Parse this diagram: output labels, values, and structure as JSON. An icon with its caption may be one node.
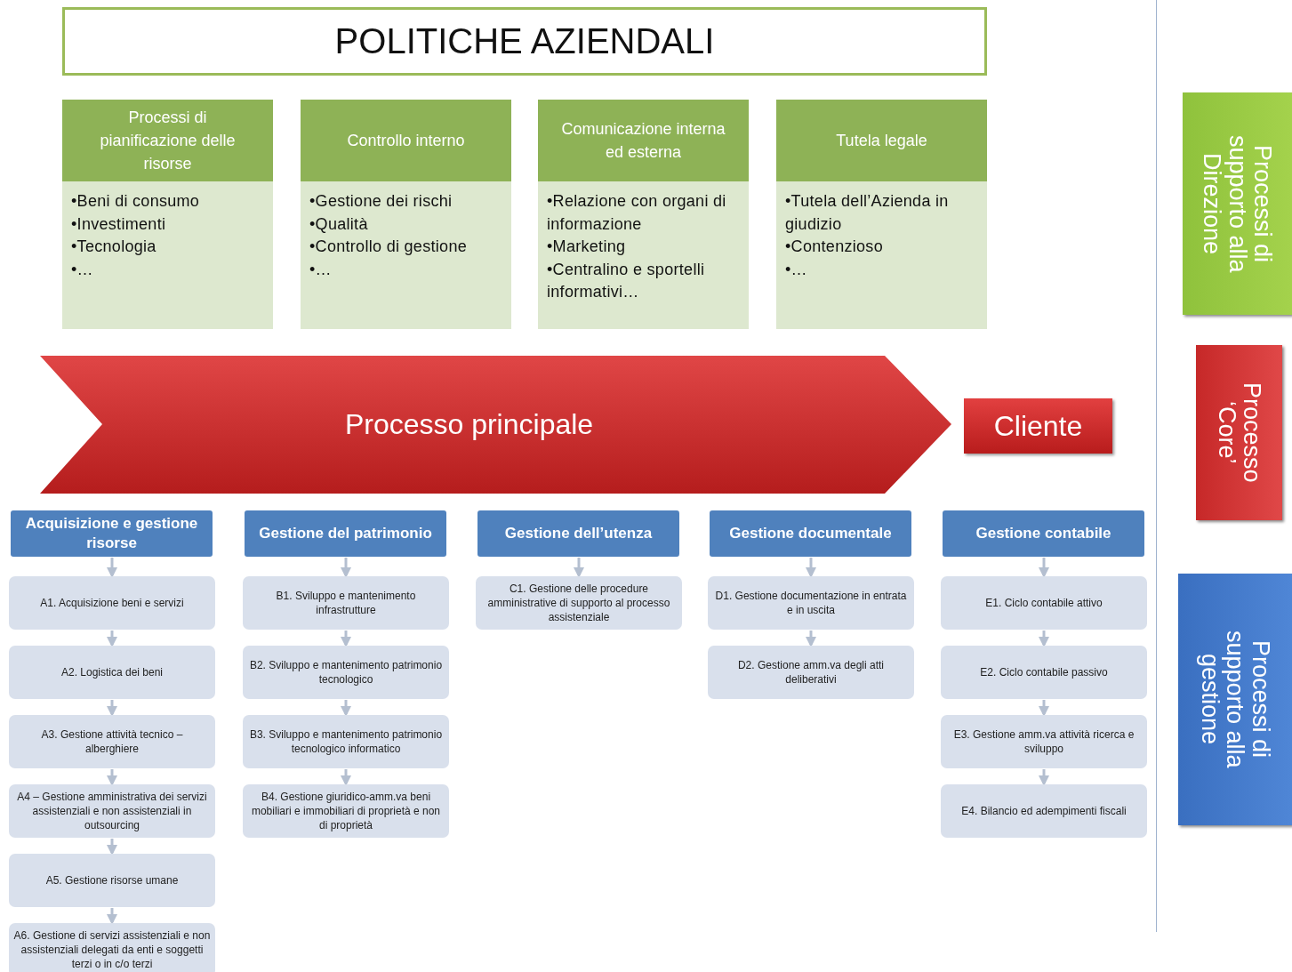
{
  "diagram": {
    "nodes": [
      {
        "text": [
          "POLITICHE AZIENDALI"
        ]
      },
      {
        "text": [
          "Processi di pianificazione delle risorse",
          "•Beni di consumo",
          "•Investimenti",
          "•Tecnologia",
          "•…"
        ]
      },
      {
        "text": [
          "Controllo interno",
          "•Gestione dei rischi",
          "•Qualità",
          "•Controllo di gestione",
          "•…"
        ]
      },
      {
        "text": [
          "Comunicazione interna ed esterna",
          "•Relazione con organi di informazione",
          "•Marketing",
          "•Centralino e sportelli informativi…"
        ]
      },
      {
        "text": [
          "Tutela legale",
          "•Tutela dell’Azienda in giudizio",
          "•Contenzioso",
          "•…"
        ]
      },
      {
        "text": [
          "Processo principale"
        ]
      },
      {
        "text": [
          "Cliente"
        ]
      },
      {
        "text": [
          "Acquisizione e gestione risorse"
        ]
      },
      {
        "text": [
          "A1. Acquisizione beni e servizi"
        ]
      },
      {
        "text": [
          "A2. Logistica dei beni"
        ]
      },
      {
        "text": [
          "A3. Gestione attività tecnico – alberghiere"
        ]
      },
      {
        "text": [
          "A4 – Gestione amministrativa dei servizi assistenziali e non assistenziali in outsourcing"
        ]
      },
      {
        "text": [
          "A5. Gestione risorse umane"
        ]
      },
      {
        "text": [
          "A6. Gestione di servizi assistenziali e non assistenziali delegati da enti e soggetti terzi o in c/o terzi"
        ]
      },
      {
        "text": [
          "Gestione del patrimonio"
        ]
      },
      {
        "text": [
          "B1. Sviluppo e mantenimento infrastrutture"
        ]
      },
      {
        "text": [
          "B2. Sviluppo e mantenimento patrimonio tecnologico"
        ]
      },
      {
        "text": [
          "B3. Sviluppo e mantenimento patrimonio tecnologico informatico"
        ]
      },
      {
        "text": [
          "B4. Gestione giuridico-amm.va beni mobiliari e immobiliari di proprietà e non di proprietà"
        ]
      },
      {
        "text": [
          "Gestione dell’utenza"
        ]
      },
      {
        "text": [
          "C1. Gestione delle procedure amministrative di supporto al processo assistenziale"
        ]
      },
      {
        "text": [
          "Gestione documentale"
        ]
      },
      {
        "text": [
          "D1. Gestione documentazione in entrata e in uscita"
        ]
      },
      {
        "text": [
          "D2. Gestione amm.va degli atti deliberativi"
        ]
      },
      {
        "text": [
          "Gestione contabile"
        ]
      },
      {
        "text": [
          "E1. Ciclo contabile attivo"
        ]
      },
      {
        "text": [
          "E2. Ciclo contabile passivo"
        ]
      },
      {
        "text": [
          "E3. Gestione amm.va attività ricerca e sviluppo"
        ]
      },
      {
        "text": [
          "E4. Bilancio ed adempimenti fiscali"
        ]
      },
      {
        "text": [
          "Processi di supporto alla Direzione"
        ]
      },
      {
        "text": [
          "Processo ‘Core’"
        ]
      },
      {
        "text": [
          "Processi di supporto alla gestione"
        ]
      }
    ],
    "edges": [
      {
        "from": 7,
        "to": 8,
        "arrow": "to"
      },
      {
        "from": 8,
        "to": 9,
        "arrow": "to"
      },
      {
        "from": 9,
        "to": 10,
        "arrow": "to"
      },
      {
        "from": 10,
        "to": 11,
        "arrow": "to"
      },
      {
        "from": 11,
        "to": 12,
        "arrow": "to"
      },
      {
        "from": 12,
        "to": 13,
        "arrow": "to"
      },
      {
        "from": 14,
        "to": 15,
        "arrow": "to"
      },
      {
        "from": 15,
        "to": 16,
        "arrow": "to"
      },
      {
        "from": 16,
        "to": 17,
        "arrow": "to"
      },
      {
        "from": 17,
        "to": 18,
        "arrow": "to"
      },
      {
        "from": 19,
        "to": 20,
        "arrow": "to"
      },
      {
        "from": 21,
        "to": 22,
        "arrow": "to"
      },
      {
        "from": 22,
        "to": 23,
        "arrow": "to"
      },
      {
        "from": 24,
        "to": 25,
        "arrow": "to"
      },
      {
        "from": 25,
        "to": 26,
        "arrow": "to"
      },
      {
        "from": 26,
        "to": 27,
        "arrow": "to"
      },
      {
        "from": 27,
        "to": 28,
        "arrow": "to"
      }
    ]
  }
}
